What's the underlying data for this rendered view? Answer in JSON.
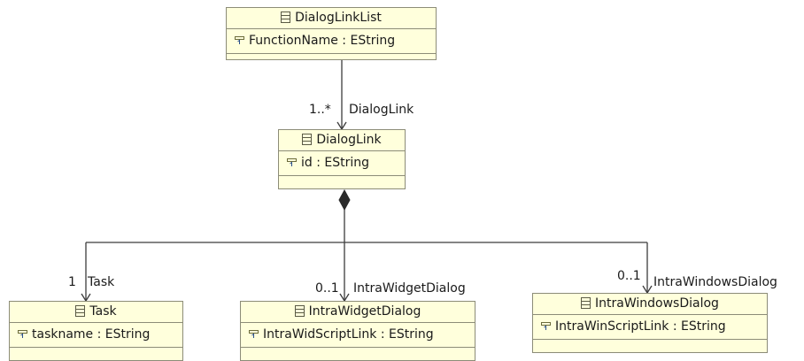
{
  "colors": {
    "class_fill": "#ffffdc",
    "class_border": "#8c8c78",
    "edge": "#3c3c3c",
    "text": "#1a1a1a"
  },
  "icons": {
    "class_header": "eclass-icon",
    "attribute": "eattribute-icon"
  },
  "classes": [
    {
      "name": "DialogLinkList",
      "attributes": [
        "FunctionName : EString"
      ]
    },
    {
      "name": "DialogLink",
      "attributes": [
        "id : EString"
      ]
    },
    {
      "name": "Task",
      "attributes": [
        "taskname : EString"
      ]
    },
    {
      "name": "IntraWidgetDialog",
      "attributes": [
        "IntraWidScriptLink : EString"
      ]
    },
    {
      "name": "IntraWindowsDialog",
      "attributes": [
        "IntraWinScriptLink : EString"
      ]
    }
  ],
  "references": [
    {
      "source": "DialogLinkList",
      "target": "DialogLink",
      "multiplicity": "1..*",
      "name": "DialogLink",
      "containment": false
    },
    {
      "source": "DialogLink",
      "target": "Task",
      "multiplicity": "1",
      "name": "Task",
      "containment": true
    },
    {
      "source": "DialogLink",
      "target": "IntraWidgetDialog",
      "multiplicity": "0..1",
      "name": "IntraWidgetDialog",
      "containment": true
    },
    {
      "source": "DialogLink",
      "target": "IntraWindowsDialog",
      "multiplicity": "0..1",
      "name": "IntraWindowsDialog",
      "containment": true
    }
  ]
}
